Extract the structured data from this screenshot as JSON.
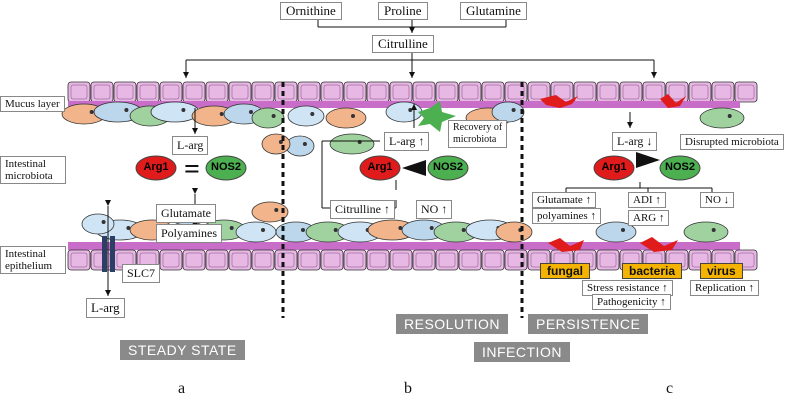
{
  "top": {
    "ornithine": "Ornithine",
    "proline": "Proline",
    "glutamine": "Glutamine",
    "citrulline": "Citrulline"
  },
  "layers": {
    "mucus": "Mucus layer",
    "microbiota": "Intestinal\nmicrobiota",
    "epithelium": "Intestinal\nepithelium"
  },
  "panel_a": {
    "larg_top": "L-arg",
    "arg1": "Arg1",
    "nos2": "NOS2",
    "equal": "=",
    "glutamate": "Glutamate",
    "polyamines": "Polyamines",
    "slc7": "SLC7",
    "larg_bottom": "L-arg",
    "state": "STEADY STATE",
    "letter": "a"
  },
  "panel_b": {
    "larg": "L-arg",
    "recovery": "Recovery of\nmicrobiota",
    "arg1": "Arg1",
    "nos2": "NOS2",
    "citrulline": "Citrulline",
    "no": "NO",
    "resolution": "RESOLUTION",
    "infection": "INFECTION",
    "letter": "b"
  },
  "panel_c": {
    "larg": "L-arg",
    "disrupted": "Disrupted microbiota",
    "arg1": "Arg1",
    "nos2": "NOS2",
    "glutamate": "Glutamate",
    "polyamines": "polyamines",
    "adi": "ADI",
    "arg": "ARG",
    "no": "NO",
    "fungal": "fungal",
    "bacteria": "bacteria",
    "virus": "virus",
    "stress": "Stress resistance",
    "pathogenicity": "Pathogenicity",
    "replication": "Replication",
    "persistence": "PERSISTENCE",
    "letter": "c"
  },
  "colors": {
    "cell": "#e7b8e4",
    "mucus": "#c86ec9",
    "arg1": "#e01b1b",
    "nos2": "#4caf50",
    "tag": "#f3b300",
    "gray": "#8a8a8a"
  }
}
